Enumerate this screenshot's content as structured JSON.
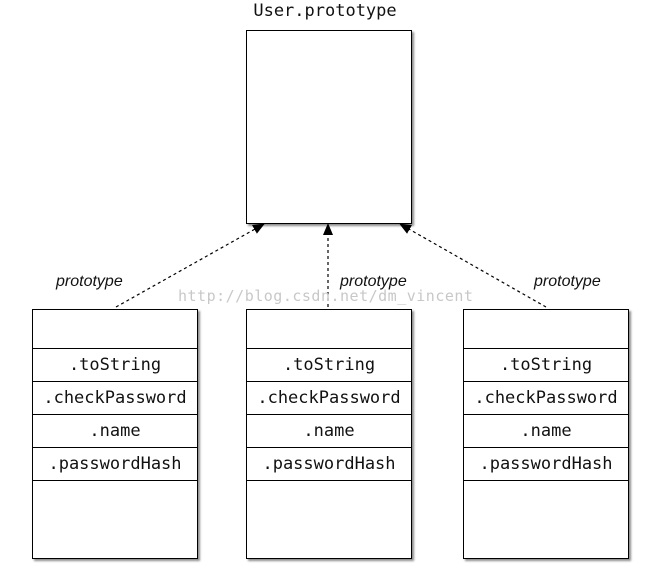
{
  "prototype": {
    "title": "User.prototype"
  },
  "instances": [
    {
      "link_label": "prototype",
      "properties": [
        ".toString",
        ".checkPassword",
        ".name",
        ".passwordHash"
      ]
    },
    {
      "link_label": "prototype",
      "properties": [
        ".toString",
        ".checkPassword",
        ".name",
        ".passwordHash"
      ]
    },
    {
      "link_label": "prototype",
      "properties": [
        ".toString",
        ".checkPassword",
        ".name",
        ".passwordHash"
      ]
    }
  ],
  "watermark": "http://blog.csdn.net/dm_vincent"
}
